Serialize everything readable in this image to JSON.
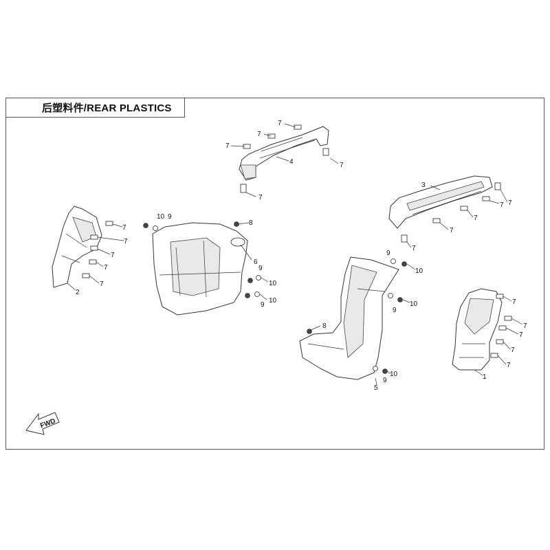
{
  "title": "后塑料件/REAR PLASTICS",
  "arrow_label": "FWD",
  "callouts": [
    "1",
    "2",
    "3",
    "4",
    "5",
    "6",
    "7",
    "8",
    "9",
    "10"
  ]
}
